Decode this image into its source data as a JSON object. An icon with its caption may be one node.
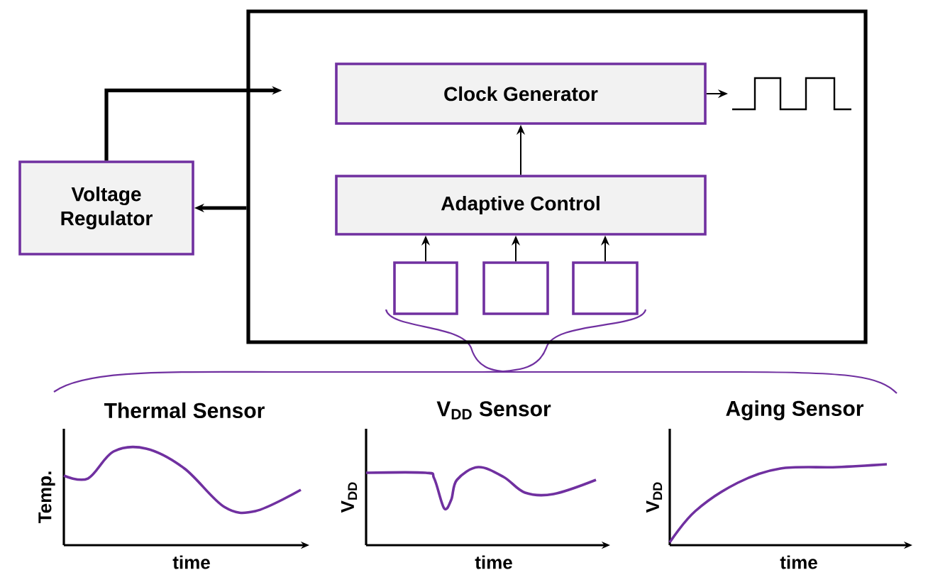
{
  "diagram": {
    "nodes": [
      {
        "text": [],
        "shape": "box"
      },
      {
        "text": [
          "Clock Generator"
        ],
        "in": 0
      },
      {
        "text": [
          "Adaptive Control"
        ],
        "in": 0
      },
      {
        "text": [],
        "shape": "box",
        "in": 0
      },
      {
        "text": [],
        "shape": "box",
        "in": 0
      },
      {
        "text": [],
        "shape": "box",
        "in": 0
      },
      {
        "text": [
          "Voltage Regulator"
        ]
      }
    ],
    "edges": [
      {
        "from": 6,
        "to": 0,
        "arrow": "to",
        "style": "thick"
      },
      {
        "from": 0,
        "to": 6,
        "arrow": "to",
        "style": "thick"
      },
      {
        "from": 2,
        "to": 1,
        "arrow": "to"
      },
      {
        "from": 3,
        "to": 2,
        "arrow": "to"
      },
      {
        "from": 4,
        "to": 2,
        "arrow": "to"
      },
      {
        "from": 5,
        "to": 2,
        "arrow": "to"
      },
      {
        "from": 1,
        "to": null,
        "arrow": "to"
      }
    ],
    "labels": [
      "Thermal Sensor",
      "Temp.",
      "time",
      "V$_{DD}$ Sensor",
      "V$_{DD}$",
      "time",
      "Aging Sensor",
      "V$_{DD}$",
      "time"
    ]
  }
}
